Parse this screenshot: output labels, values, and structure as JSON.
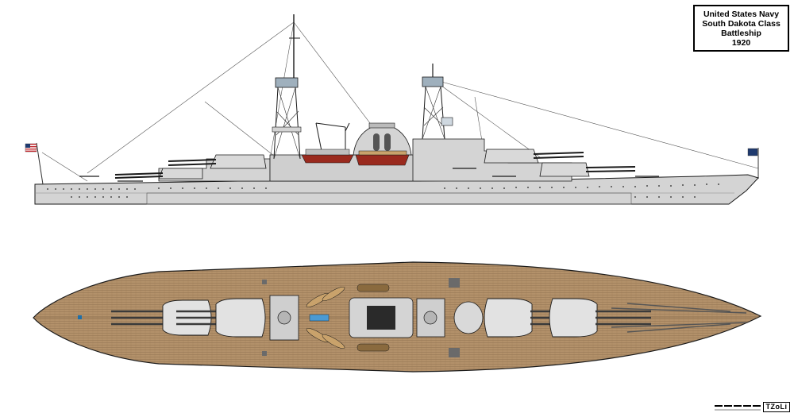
{
  "title": {
    "line1": "United States Navy",
    "line2": "South Dakota Class",
    "line3": "Battleship",
    "line4": "1920"
  },
  "artist_signature": "TZoLi",
  "colors": {
    "hull_grey": "#d4d4d4",
    "outline": "#1a1a1a",
    "deck_wood": "#b3916a",
    "deck_plank": "#8e7050",
    "turret_grey": "#e2e2e2",
    "boat_red": "#9a2a1e",
    "boat_tan": "#c9a26b",
    "flag_blue": "#1f3a6e",
    "flag_red": "#c0282d"
  },
  "views": [
    {
      "name": "profile",
      "features": [
        "bow-flag",
        "cage-mast-fore",
        "cage-mast-aft",
        "funnel",
        "crane",
        "turret-1",
        "turret-2",
        "turret-3",
        "turret-4",
        "stern-flag"
      ]
    },
    {
      "name": "plan",
      "features": [
        "wooden-deck",
        "turret-1",
        "turret-2",
        "turret-3",
        "turret-4",
        "boats",
        "funnel-top"
      ]
    }
  ],
  "scale_bar": {
    "segments": 5
  }
}
